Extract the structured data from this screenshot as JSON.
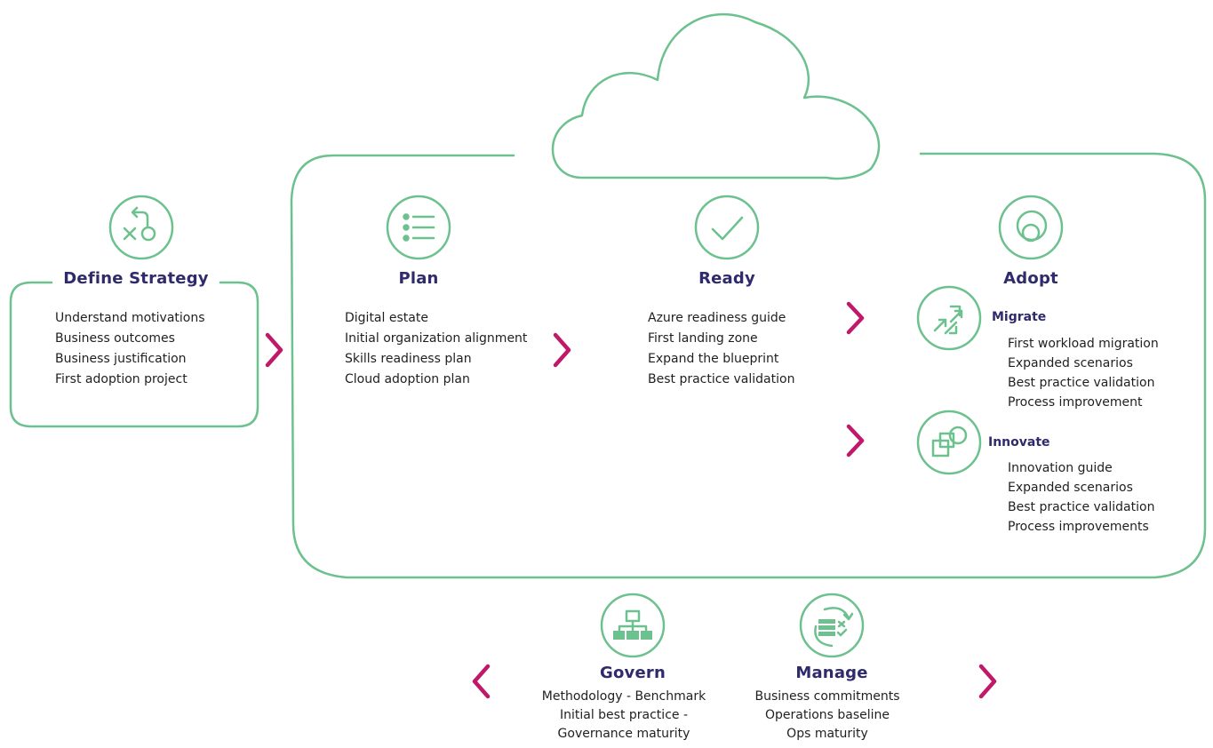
{
  "colors": {
    "green": "#6cc18e",
    "navy": "#2e2a6b",
    "magenta": "#c0196a",
    "text": "#1f1f1f"
  },
  "define_strategy": {
    "title": "Define Strategy",
    "icon": "strategy-icon",
    "items": [
      "Understand motivations",
      "Business outcomes",
      "Business justification",
      "First adoption project"
    ]
  },
  "plan": {
    "title": "Plan",
    "icon": "list-icon",
    "items": [
      "Digital estate",
      "Initial organization alignment",
      "Skills readiness plan",
      "Cloud adoption plan"
    ]
  },
  "ready": {
    "title": "Ready",
    "icon": "checkmark-icon",
    "items": [
      "Azure readiness guide",
      "First landing zone",
      "Expand the blueprint",
      "Best practice validation"
    ]
  },
  "adopt": {
    "title": "Adopt",
    "icon": "adopt-icon",
    "migrate": {
      "title": "Migrate",
      "icon": "migrate-arrows-icon",
      "items": [
        "First workload migration",
        "Expanded scenarios",
        "Best practice validation",
        "Process improvement"
      ]
    },
    "innovate": {
      "title": "Innovate",
      "icon": "innovate-shapes-icon",
      "items": [
        "Innovation guide",
        "Expanded scenarios",
        "Best practice validation",
        "Process improvements"
      ]
    }
  },
  "govern": {
    "title": "Govern",
    "icon": "hierarchy-icon",
    "items": [
      "Methodology - Benchmark",
      "Initial best practice -",
      "Governance maturity"
    ]
  },
  "manage": {
    "title": "Manage",
    "icon": "server-refresh-icon",
    "items": [
      "Business commitments",
      "Operations baseline",
      "Ops maturity"
    ]
  }
}
